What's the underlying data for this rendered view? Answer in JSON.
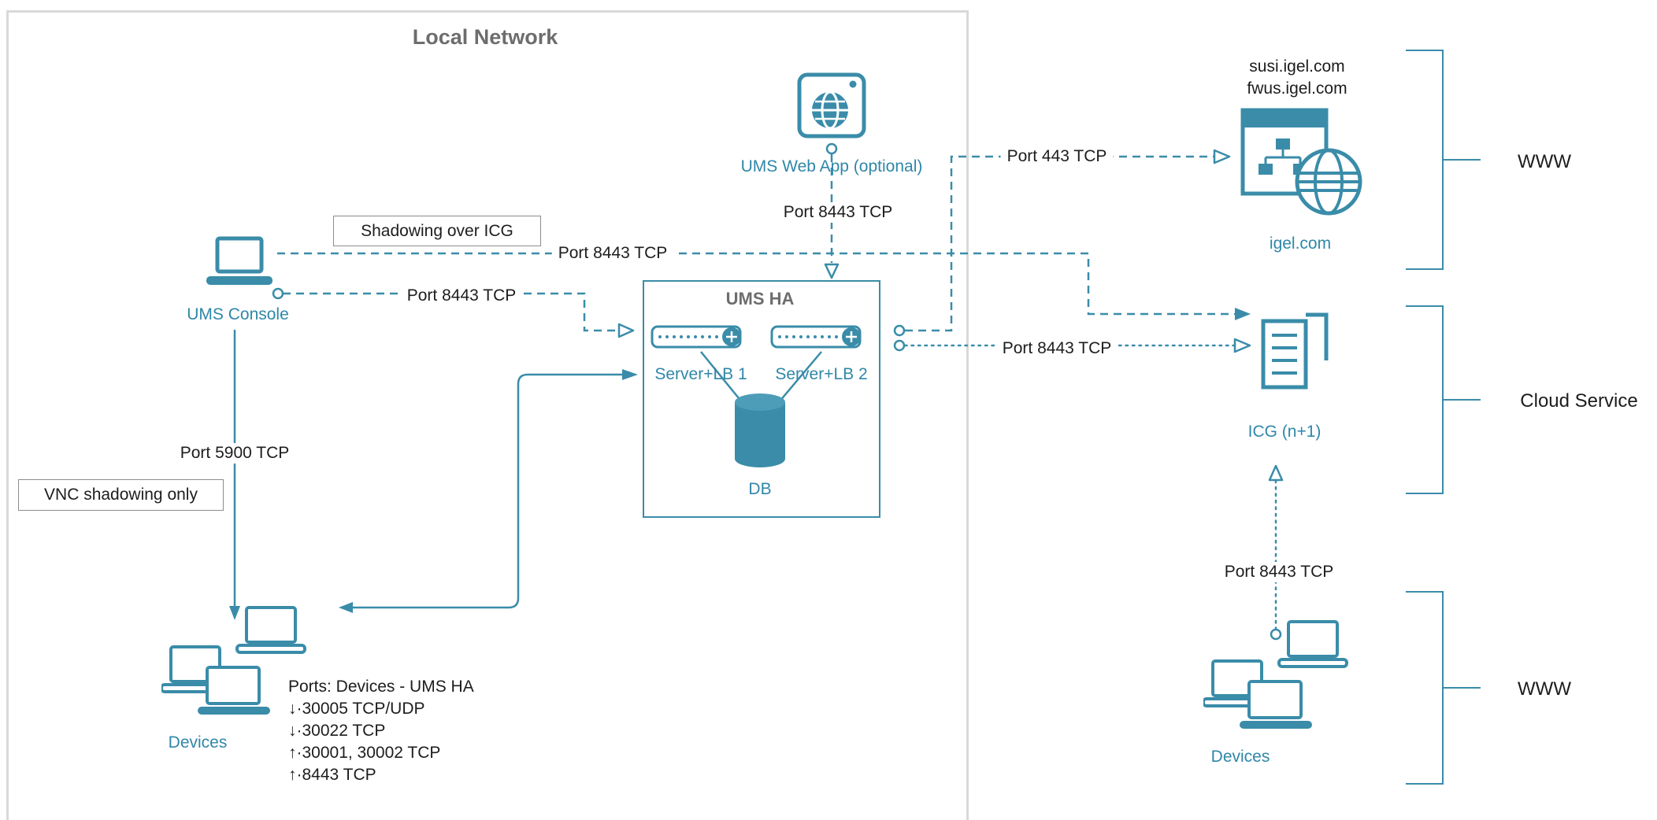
{
  "colors": {
    "teal_stroke": "#3a8ca9",
    "teal_text": "#2f87a8",
    "text": "#1d1d1d",
    "gray_heading": "#6d6d6d",
    "frame_border": "#d9d9d9"
  },
  "icons": {
    "ums_console": "laptop-icon",
    "web_app": "browser-globe-icon",
    "server_lb": "server-loadbalancer-icon",
    "db": "database-cylinder-icon",
    "igel": "sitemap-globe-icon",
    "icg": "document-stack-icon",
    "devices": "laptop-cluster-icon"
  },
  "local_network": {
    "title": "Local Network",
    "ums_console_label": "UMS Console",
    "shadowing_label": "Shadowing over ICG",
    "vnc_label": "VNC shadowing only",
    "web_app_label": "UMS Web App (optional)",
    "port_webapp_ha": "Port 8443 TCP",
    "port_console_shadowing": "Port 8443 TCP",
    "port_console_ha": "Port 8443 TCP",
    "port_vnc": "Port 5900 TCP",
    "ums_ha_title": "UMS HA",
    "server_lb1_label": "Server+LB 1",
    "server_lb2_label": "Server+LB 2",
    "db_label": "DB",
    "devices_label": "Devices",
    "ports_block": {
      "title": "Ports: Devices - UMS HA",
      "line1": "↓·30005 TCP/UDP",
      "line2": "↓·30022 TCP",
      "line3": "↑·30001, 30002 TCP",
      "line4": "↑·8443 TCP"
    }
  },
  "external": {
    "domain1": "susi.igel.com",
    "domain2": "fwus.igel.com",
    "igel_label": "igel.com",
    "port_443": "Port 443 TCP",
    "icg_label": "ICG (n+1)",
    "port_ha_icg": "Port 8443 TCP",
    "port_devices_icg": "Port 8443 TCP",
    "devices_label": "Devices",
    "bracket_top": "WWW",
    "bracket_middle": "Cloud Service",
    "bracket_bottom": "WWW"
  }
}
